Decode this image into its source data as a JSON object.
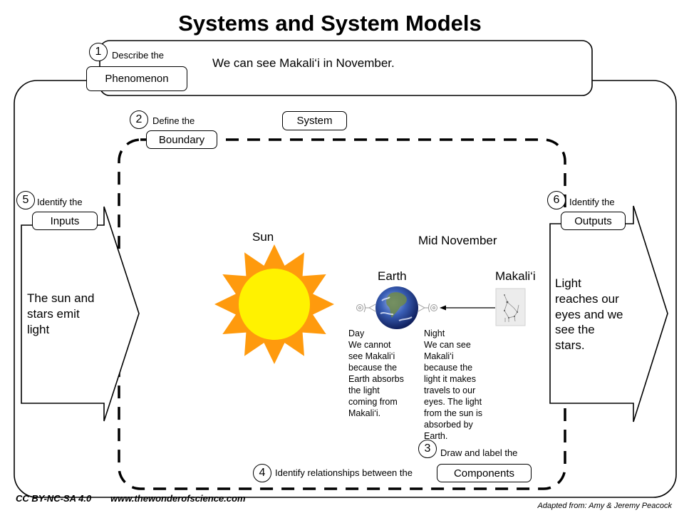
{
  "title": "Systems and System Models",
  "steps": {
    "phenomenon": {
      "number": "1",
      "prompt": "Describe the",
      "label": "Phenomenon",
      "content": "We can see Makali‘i in November."
    },
    "boundary": {
      "number": "2",
      "prompt": "Define the",
      "label": "Boundary"
    },
    "system": {
      "label": "System"
    },
    "components": {
      "number": "3",
      "prompt": "Draw and label the",
      "label": "Components"
    },
    "relationships": {
      "number": "4",
      "prompt": "Identify relationships between the"
    },
    "inputs": {
      "number": "5",
      "prompt": "Identify the",
      "label": "Inputs",
      "content_lines": [
        "The sun and",
        "stars emit",
        "light"
      ]
    },
    "outputs": {
      "number": "6",
      "prompt": "Identify the",
      "label": "Outputs",
      "content_lines": [
        "Light",
        "reaches our",
        "eyes and we",
        "see the",
        "stars."
      ]
    }
  },
  "model": {
    "sun_label": "Sun",
    "time_label": "Mid November",
    "earth_label": "Earth",
    "star_label": "Makali‘i",
    "day": {
      "lines": [
        "Day",
        "We cannot",
        "see Makali‘i",
        "because the",
        "Earth absorbs",
        "the light",
        "coming from",
        "Makali‘i."
      ]
    },
    "night": {
      "lines": [
        "Night",
        "We can see",
        "Makali‘i",
        "because the",
        "light it makes",
        "travels to our",
        "eyes. The light",
        "from the sun is",
        "absorbed by",
        "Earth."
      ]
    },
    "icons": {
      "sun": "sun-icon",
      "earth": "earth-globe-icon",
      "star_cluster": "makalii-star-chart-icon",
      "observer_day": "eye-icon",
      "observer_night": "eye-icon",
      "light_arrow": "arrow-left-icon"
    }
  },
  "footer": {
    "license": "CC BY-NC-SA 4.0",
    "website": "www.thewonderofscience.com",
    "credit": "Adapted from:  Amy & Jeremy Peacock"
  },
  "colors": {
    "sun_rays": "#FF9A0D",
    "sun_core": "#FFF200",
    "earth_ocean": "#2C4FA8",
    "line": "#000000",
    "icon_grey": "#9A9A9A"
  }
}
